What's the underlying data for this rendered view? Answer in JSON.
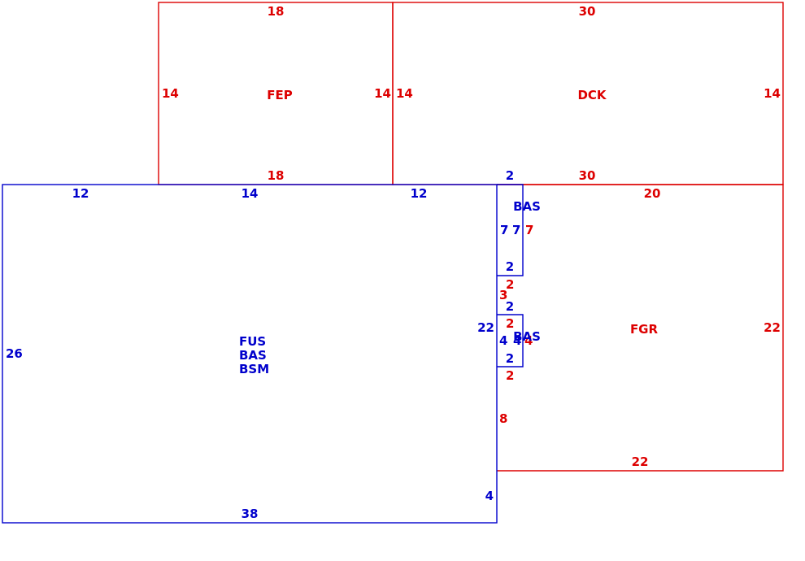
{
  "colors": {
    "red": "#dd0000",
    "blue": "#0000cc"
  },
  "areas": {
    "fep": {
      "code": "FEP",
      "top": "18",
      "bottom": "18",
      "left": "14",
      "right": "14"
    },
    "dck": {
      "code": "DCK",
      "top": "30",
      "bottom": "30",
      "left": "14",
      "right": "14"
    },
    "fgr": {
      "code": "FGR",
      "top": "20",
      "bottom": "22",
      "right": "22",
      "left_segments": [
        "7",
        "2",
        "3",
        "2",
        "4",
        "2",
        "8"
      ]
    },
    "main": {
      "codes": [
        "FUS",
        "BAS",
        "BSM"
      ],
      "top_segments": [
        "12",
        "14",
        "12"
      ],
      "left": "26",
      "bottom": "38",
      "right_upper": "22",
      "right_lower": "4"
    },
    "bas_upper": {
      "code": "BAS",
      "top": "2",
      "bottom": "2",
      "left": "7",
      "right": "7"
    },
    "bas_lower": {
      "code": "BAS",
      "top": "2",
      "bottom": "2",
      "left": "4",
      "right": "4"
    }
  }
}
